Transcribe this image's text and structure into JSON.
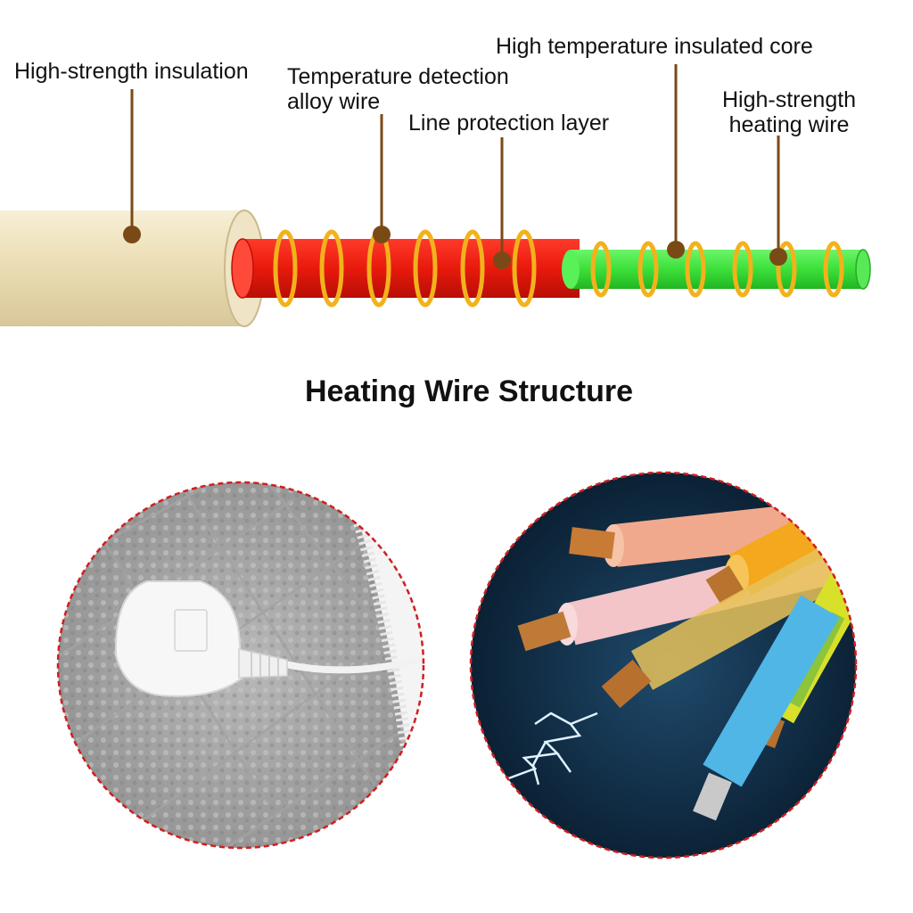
{
  "labels": {
    "high_strength_insulation": "High-strength insulation",
    "temperature_detection_alloy_wire": "Temperature detection\nalloy wire",
    "line_protection_layer": "Line protection layer",
    "high_temperature_insulated_core": "High temperature insulated core",
    "high_strength_heating_wire": "High-strength\nheating wire"
  },
  "title": "Heating Wire Structure",
  "colors": {
    "insulation": "#f0e4c0",
    "protection_layer": "#e81a0c",
    "core": "#3ce03a",
    "coil": "#f2b21c",
    "leader": "#7a4a16",
    "circle_border": "#d11e1e"
  },
  "photos": {
    "left": "electric-blanket-with-plug",
    "right": "colored-copper-cables-with-spark"
  }
}
